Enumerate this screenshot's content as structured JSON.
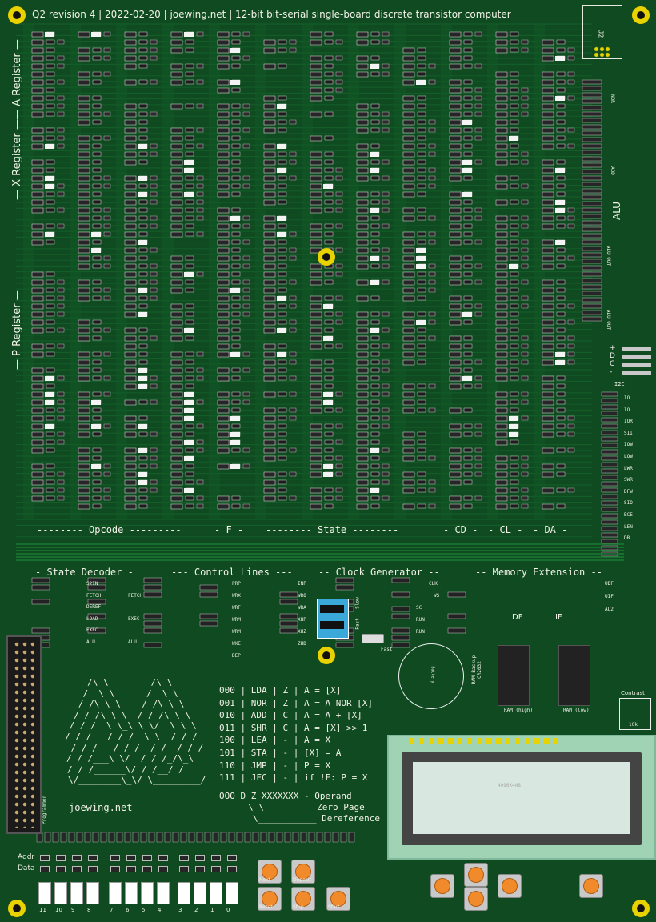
{
  "header": {
    "title": "Q2 revision 4 | 2022-02-20 | joewing.net | 12-bit bit-serial single-board discrete transistor computer"
  },
  "side_labels": {
    "a_register": "— A Register —",
    "x_register": "— X Register —",
    "p_register": "— P Register —",
    "alu": "ALU"
  },
  "connectors": {
    "j2": "J2",
    "i2c": "I2C",
    "programmer": "Programmer",
    "contrast": "Contrast",
    "contrast_value": "10k"
  },
  "field_bar": {
    "opcode": "-------- Opcode ---------",
    "f": "- F -",
    "state": "-------- State --------",
    "cd": "- CD -",
    "cl": "- CL -",
    "da": "- DA -"
  },
  "sections": {
    "state_decoder": "- State Decoder -",
    "control_lines": "--- Control Lines ---",
    "clock_generator": "-- Clock Generator --",
    "memory_extension": "-- Memory Extension --"
  },
  "state_decoder_labels": [
    "S2IN",
    "FETCH",
    "DEREF",
    "LOAD",
    "EXEC",
    "ALU"
  ],
  "state_decoder_right": [
    "FETCH",
    "EXEC",
    "ALU"
  ],
  "control_left": [
    "PRP",
    "WRX",
    "WRF",
    "WRM",
    "WRM",
    "WXE",
    "DEP"
  ],
  "control_right": [
    "INP",
    "WRO",
    "WRA",
    "XHP",
    "XHZ",
    "ZHD"
  ],
  "clock_labels": [
    "CLK",
    "WS",
    "SC",
    "RUN",
    "RUN",
    "Fast",
    "Slow",
    "Fast"
  ],
  "memory_labels": [
    "UDF",
    "UIF",
    "AL2",
    "DF",
    "IF"
  ],
  "ram": {
    "high": "RAM (high)",
    "low": "RAM (low)",
    "backup": "RAM Backup\nCR2032",
    "battery": "Battery"
  },
  "instruction_table": [
    "000 | LDA | Z | A = [X]",
    "001 | NOR | Z | A = A NOR [X]",
    "010 | ADD | C | A = A + [X]",
    "011 | SHR | C | A = [X] >> 1",
    "100 | LEA | - | A = X",
    "101 | STA | - | [X] = A",
    "110 | JMP | - | P = X",
    "111 | JFC | - | if !F: P = X"
  ],
  "encoding": {
    "line1": "OOO D Z XXXXXXX - Operand",
    "line2": "\\ \\_________ Zero Page",
    "line3": "\\___________ Dereference"
  },
  "logo_art": [
    "     /\\ \\        /\\ \\",
    "    /  \\ \\      /  \\ \\",
    "   / /\\ \\ \\    / /\\ \\ \\",
    "  / / /\\ \\ \\  /_/ /\\ \\ \\",
    " / / /  \\ \\_\\ \\ \\/  \\ \\ \\",
    "/ / /   / / /  \\ \\  / / /",
    " / / /   / / /  / /  / / /",
    "/ / /___\\ \\/  / / /_/\\_\\",
    "/ / /______\\/ / /__/ /",
    "\\/________\\_\\/ \\_________/"
  ],
  "site": "joewing.net",
  "panel": {
    "addr": "Addr",
    "data": "Data",
    "bits": [
      "11",
      "10",
      "9",
      "8",
      "7",
      "6",
      "5",
      "4",
      "3",
      "2",
      "1",
      "0"
    ],
    "buttons": [
      "Next",
      "Deposit",
      "Reset",
      "Stop",
      "Start"
    ]
  },
  "right_labels": [
    "IO",
    "IO",
    "IOR",
    "SII",
    "IOW",
    "LOW",
    "LWR",
    "SWR",
    "DFW",
    "SIO",
    "BCE",
    "LEN",
    "DB"
  ],
  "i2c_pins": [
    "+",
    "D",
    "C",
    "-"
  ],
  "alu_labels": [
    "NOR",
    "ADD",
    "ALU_OUT",
    "ALU_OUT"
  ],
  "lcd_code": "4096X4AB",
  "colors": {
    "board": "#0f4a20",
    "trace": "#176b2e",
    "silk": "#f2f2e8",
    "hole": "#e8d200",
    "lcd": "#9fd3b3",
    "button": "#f08a2a"
  }
}
